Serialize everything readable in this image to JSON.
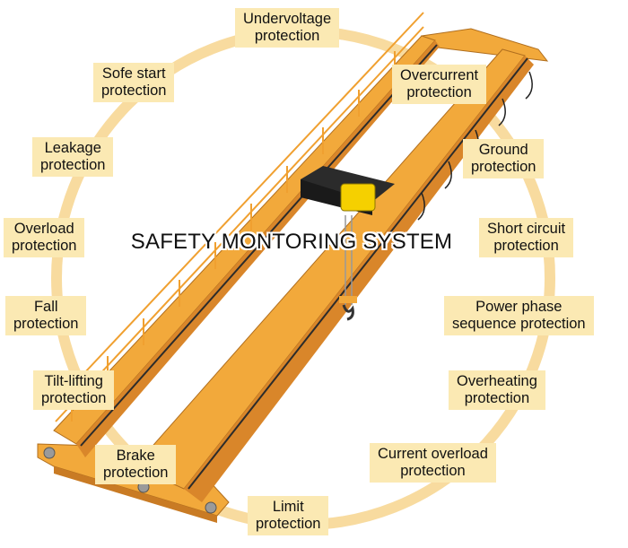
{
  "title": "SAFETY MONTORING SYSTEM",
  "colors": {
    "ring": "#f7d58e",
    "label_background": "#fbe9b3",
    "crane_body": "#f2a93b",
    "crane_shadow": "#d9862a",
    "railing": "#f0a030",
    "hoist": "#2b2b2b",
    "hoist_motor": "#f5d000"
  },
  "features": {
    "undervoltage": [
      "Undervoltage",
      "protection"
    ],
    "soft_start": [
      "Sofe start",
      "protection"
    ],
    "overcurrent": [
      "Overcurrent",
      "protection"
    ],
    "leakage": [
      "Leakage",
      "protection"
    ],
    "ground": [
      "Ground",
      "protection"
    ],
    "overload": [
      "Overload",
      "protection"
    ],
    "short_circuit": [
      "Short circuit",
      "protection"
    ],
    "fall": [
      "Fall",
      "protection"
    ],
    "power_phase": [
      "Power phase",
      "sequence protection"
    ],
    "tilt_lifting": [
      "Tilt-lifting",
      "protection"
    ],
    "overheating": [
      "Overheating",
      "protection"
    ],
    "brake": [
      "Brake",
      "protection"
    ],
    "current_overload": [
      "Current overload",
      "protection"
    ],
    "limit": [
      "Limit",
      "protection"
    ]
  }
}
